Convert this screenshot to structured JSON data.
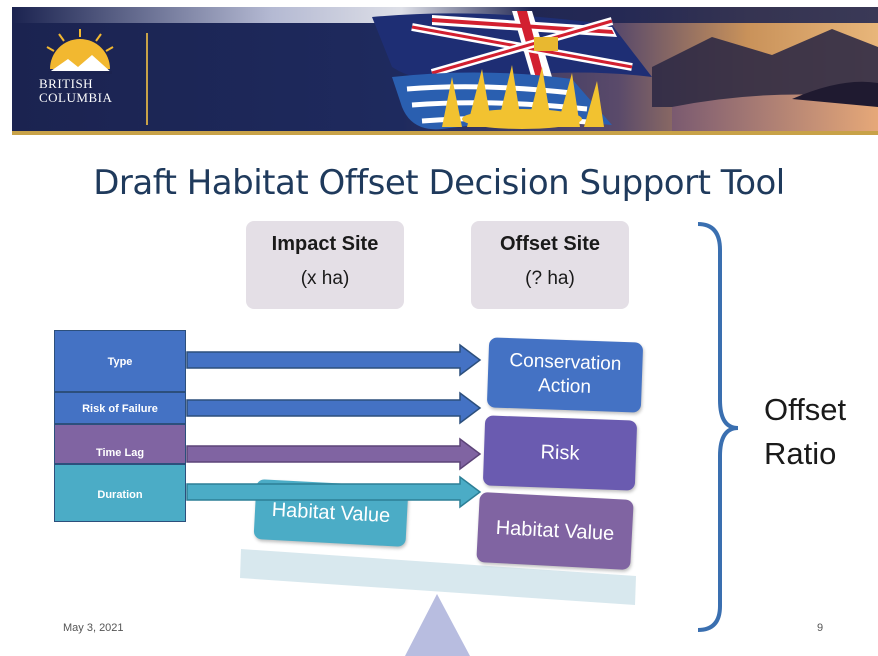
{
  "logo": {
    "line1": "BRITISH",
    "line2": "COLUMBIA"
  },
  "title": "Draft Habitat Offset Decision Support Tool",
  "impact_site": {
    "heading": "Impact Site",
    "area": "(x ha)"
  },
  "offset_site": {
    "heading": "Offset Site",
    "area": "(? ha)"
  },
  "factors": [
    {
      "label": "Type",
      "color": "#4472c4"
    },
    {
      "label": "Risk of Failure",
      "color": "#4472c4"
    },
    {
      "label": "Time Lag",
      "color": "#8064a2"
    },
    {
      "label": "Duration",
      "color": "#4bacc6"
    }
  ],
  "impact_tile": "Habitat Value",
  "offset_tiles": [
    "Conservation Action",
    "Risk",
    "Habitat Value"
  ],
  "bracket_label_line1": "Offset",
  "bracket_label_line2": "Ratio",
  "footer": {
    "date": "May 3, 2021",
    "page": "9"
  },
  "colors": {
    "blue": "#4472c4",
    "purple": "#8064a2",
    "teal": "#4bacc6",
    "risk_purple": "#6a5bb0",
    "bracket": "#3a6fb0",
    "title": "#1f3a5c",
    "banner_navy": "#1b2350"
  }
}
